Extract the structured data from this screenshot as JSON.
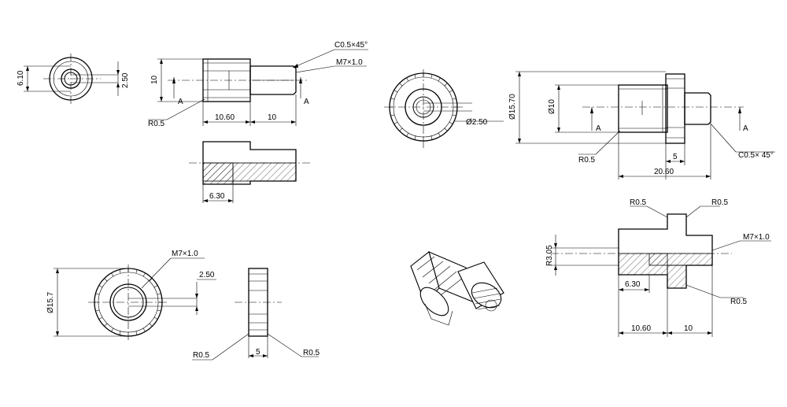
{
  "dims": {
    "c05": "C0.5×45°",
    "c05b": "C0.5× 45°",
    "m7": "M7×1.0",
    "d610": "6.10",
    "d250": "2.50",
    "d10": "10",
    "d1060": "10.60",
    "d630": "6.30",
    "r05": "R0.5",
    "a": "A",
    "dia250": "Ø2.50",
    "dia1570": "Ø15.70",
    "dia10": "Ø10",
    "d5": "5",
    "d2060": "20.60",
    "r305": "R3.05",
    "dia157": "Ø15.7"
  }
}
